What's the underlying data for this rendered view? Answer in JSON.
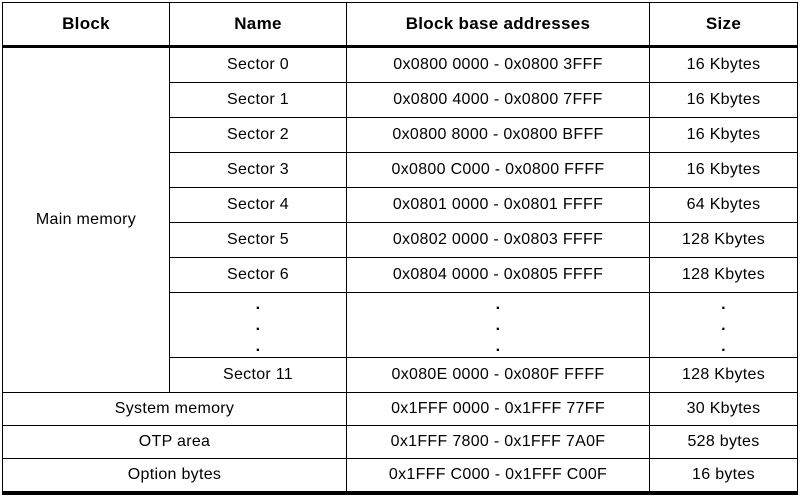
{
  "header": {
    "block": "Block",
    "name": "Name",
    "addresses": "Block base addresses",
    "size": "Size"
  },
  "main_memory_label": "Main memory",
  "sectors": [
    {
      "name": "Sector 0",
      "addresses": "0x0800 0000 - 0x0800 3FFF",
      "size": "16 Kbytes"
    },
    {
      "name": "Sector 1",
      "addresses": "0x0800 4000 - 0x0800 7FFF",
      "size": "16 Kbytes"
    },
    {
      "name": "Sector 2",
      "addresses": "0x0800 8000 - 0x0800 BFFF",
      "size": "16 Kbytes"
    },
    {
      "name": "Sector 3",
      "addresses": "0x0800 C000 - 0x0800 FFFF",
      "size": "16 Kbytes"
    },
    {
      "name": "Sector 4",
      "addresses": "0x0801 0000 - 0x0801 FFFF",
      "size": "64 Kbytes"
    },
    {
      "name": "Sector 5",
      "addresses": "0x0802 0000 - 0x0803 FFFF",
      "size": "128 Kbytes"
    },
    {
      "name": "Sector 6",
      "addresses": "0x0804 0000 - 0x0805 FFFF",
      "size": "128 Kbytes"
    },
    {
      "name": "Sector 11",
      "addresses": "0x080E 0000 - 0x080F FFFF",
      "size": "128 Kbytes"
    }
  ],
  "ellipsis": {
    "name": ".\n.\n.",
    "addresses": ".\n.\n.",
    "size": ".\n.\n."
  },
  "summary_rows": [
    {
      "name": "System memory",
      "addresses": "0x1FFF 0000 - 0x1FFF 77FF",
      "size": "30 Kbytes"
    },
    {
      "name": "OTP area",
      "addresses": "0x1FFF 7800 - 0x1FFF 7A0F",
      "size": "528 bytes"
    },
    {
      "name": "Option bytes",
      "addresses": "0x1FFF C000 - 0x1FFF C00F",
      "size": "16 bytes"
    }
  ]
}
